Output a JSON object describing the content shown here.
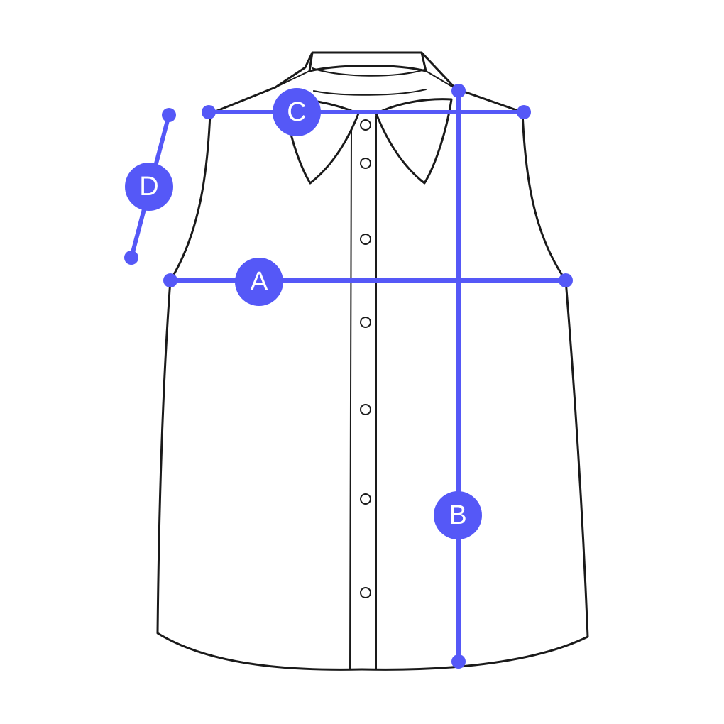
{
  "colors": {
    "accent": "#5558F7",
    "outline": "#1a1a1a",
    "background": "#ffffff"
  },
  "measurements": [
    {
      "id": "A",
      "label": "A"
    },
    {
      "id": "B",
      "label": "B"
    },
    {
      "id": "C",
      "label": "C"
    },
    {
      "id": "D",
      "label": "D"
    }
  ]
}
